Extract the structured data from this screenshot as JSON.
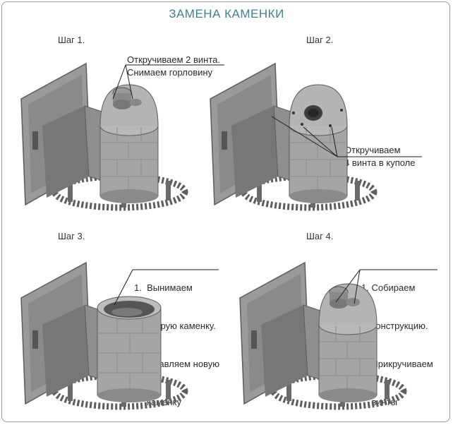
{
  "title": "ЗАМЕНА КАМЕНКИ",
  "steps": [
    {
      "label": "Шаг 1.",
      "notes": [
        "Откручиваем 2 винта.",
        "Снимаем горловину"
      ]
    },
    {
      "label": "Шаг 2.",
      "notes": [
        "Откручиваем",
        "4 винта в куполе"
      ]
    },
    {
      "label": "Шаг 3.",
      "notes": [
        "1.  Вынимаем",
        "     старую каменку.",
        "2. Вставляем новую",
        "     каменку"
      ]
    },
    {
      "label": "Шаг 4.",
      "notes": [
        "1. Собираем",
        "    конструкцию.",
        "2. Прикручиваем",
        "    винты"
      ]
    }
  ],
  "colors": {
    "title": "#3f7f8f",
    "stove_dark": "#5e5e5e",
    "stove_mid": "#8c8c8c",
    "stove_light": "#b9b9b9"
  }
}
